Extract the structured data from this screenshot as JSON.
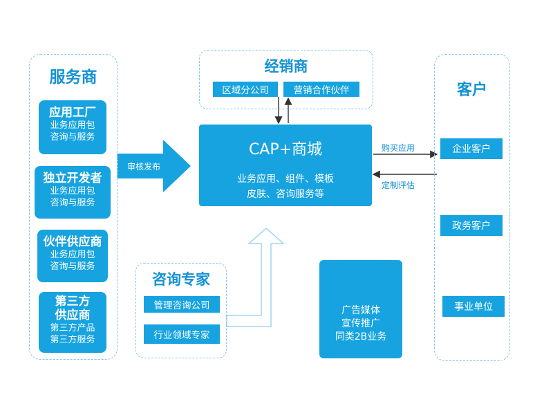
{
  "service_providers": {
    "title": "服务商",
    "cards": [
      {
        "name": "应用工厂",
        "lines": [
          "业务应用包",
          "咨询与服务"
        ]
      },
      {
        "name": "独立开发者",
        "lines": [
          "业务应用包",
          "咨询与服务"
        ]
      },
      {
        "name": "伙伴供应商",
        "lines": [
          "业务应用包",
          "咨询与服务"
        ]
      },
      {
        "name": "第三方",
        "name2": "供应商",
        "lines": [
          "第三方产品",
          "第三方服务"
        ]
      }
    ]
  },
  "review_arrow_label": "审核发布",
  "distributors": {
    "title": "经销商",
    "items": [
      "区域分公司",
      "营销合作伙伴"
    ]
  },
  "cap": {
    "title": "CAP+商城",
    "line1": "业务应用、组件、模板",
    "line2": "皮肤、咨询服务等"
  },
  "arrows": {
    "buy": "购买应用",
    "custom": "定制评估"
  },
  "customers": {
    "title": "客户",
    "items": [
      "企业客户",
      "政务客户",
      "事业单位"
    ]
  },
  "consultants": {
    "title": "咨询专家",
    "items": [
      "管理咨询公司",
      "行业领域专家"
    ]
  },
  "ads": {
    "lines": [
      "广告媒体",
      "宣传推广",
      "同类2B业务"
    ]
  },
  "colors": {
    "primary_blue": "#16a3e0",
    "title_blue": "#1592d4",
    "dashed_border": "#7fc6e8"
  }
}
